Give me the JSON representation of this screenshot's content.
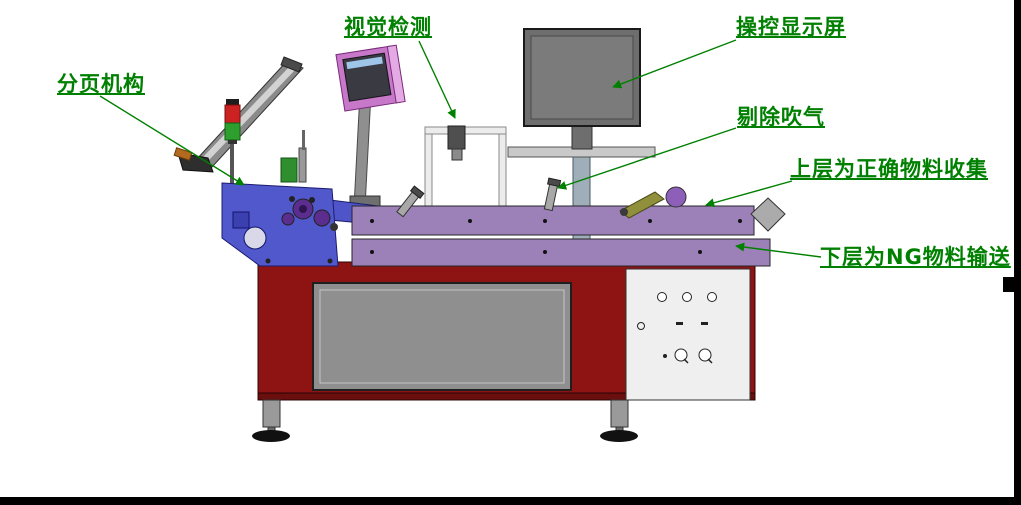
{
  "labels": {
    "paging": "分页机构",
    "vision": "视觉检测",
    "monitor": "操控显示屏",
    "reject": "剔除吹气",
    "upper_collect": "上层为正确物料收集",
    "lower_ng": "下层为NG物料输送"
  },
  "colors": {
    "label_green": "#008000",
    "cabinet_red": "#8E1414",
    "cabinet_panel_gray": "#8F8F8F",
    "conveyor_purple": "#9C80B8",
    "paging_blue": "#5058CC",
    "hmi_pink": "#C878C8",
    "monitor_gray": "#6E6E6E",
    "control_panel_white": "#EFEFEF",
    "tower_light_red": "#CC2222",
    "tower_light_green": "#2E9E2E",
    "guide_olive": "#8F8F3C"
  }
}
